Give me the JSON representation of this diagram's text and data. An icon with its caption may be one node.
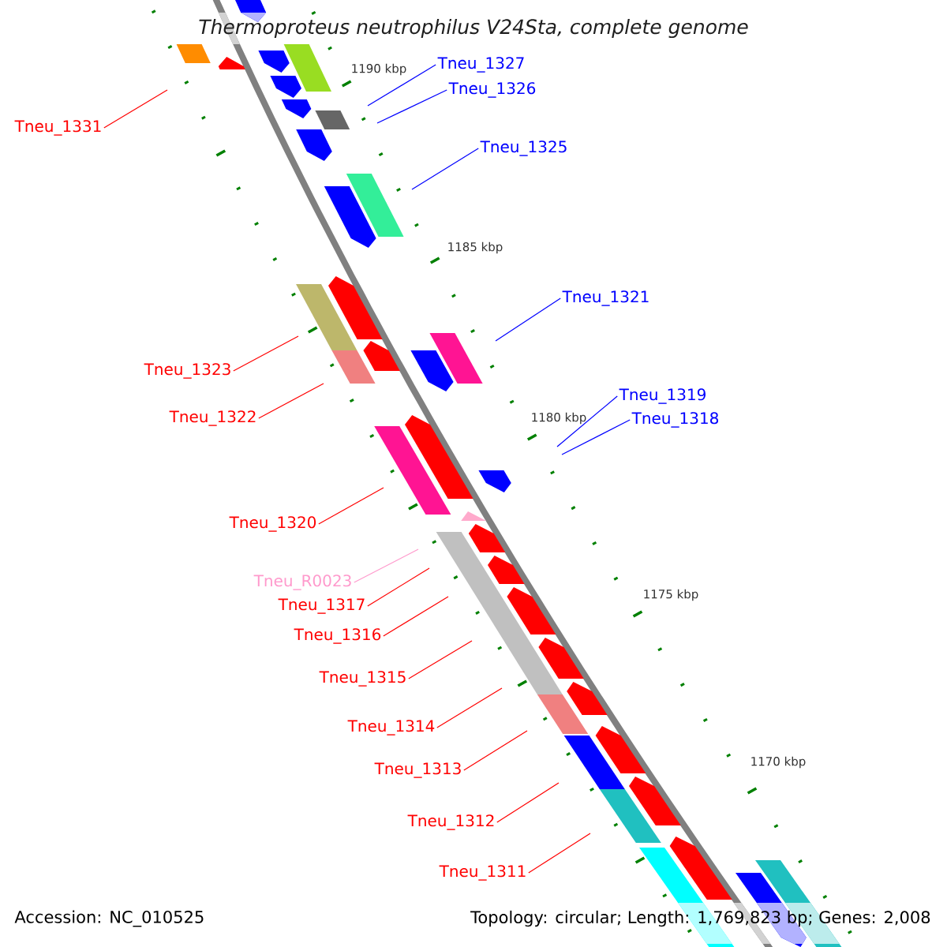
{
  "diagram": {
    "title": "Thermoproteus neutrophilus V24Sta, complete genome",
    "nodes": [
      {
        "text": [
          "Tneu_1331"
        ]
      },
      {
        "text": [
          "Tneu_1327"
        ]
      },
      {
        "text": [
          "Tneu_1326"
        ]
      },
      {
        "text": [
          "Tneu_1325"
        ]
      },
      {
        "text": [
          "Tneu_1321"
        ]
      },
      {
        "text": [
          "Tneu_1323"
        ]
      },
      {
        "text": [
          "Tneu_1322"
        ]
      },
      {
        "text": [
          "Tneu_1319"
        ]
      },
      {
        "text": [
          "Tneu_1318"
        ]
      },
      {
        "text": [
          "Tneu_1320"
        ]
      },
      {
        "text": [
          "Tneu_R0023"
        ]
      },
      {
        "text": [
          "Tneu_1317"
        ]
      },
      {
        "text": [
          "Tneu_1316"
        ]
      },
      {
        "text": [
          "Tneu_1315"
        ]
      },
      {
        "text": [
          "Tneu_1314"
        ]
      },
      {
        "text": [
          "Tneu_1313"
        ]
      },
      {
        "text": [
          "Tneu_1312"
        ]
      },
      {
        "text": [
          "Tneu_1311"
        ]
      }
    ],
    "edges": [
      {
        "from": 0,
        "to": null,
        "arrow": "none"
      },
      {
        "from": 1,
        "to": null,
        "arrow": "none",
        "color": "#0000ff"
      },
      {
        "from": 2,
        "to": null,
        "arrow": "none",
        "color": "#0000ff"
      },
      {
        "from": 3,
        "to": null,
        "arrow": "none",
        "color": "#0000ff"
      },
      {
        "from": 4,
        "to": null,
        "arrow": "none",
        "color": "#0000ff"
      },
      {
        "from": 5,
        "to": null,
        "arrow": "none"
      },
      {
        "from": 6,
        "to": null,
        "arrow": "none"
      },
      {
        "from": 7,
        "to": null,
        "arrow": "none",
        "color": "#0000ff"
      },
      {
        "from": 8,
        "to": null,
        "arrow": "none",
        "color": "#0000ff"
      },
      {
        "from": 9,
        "to": null,
        "arrow": "none"
      },
      {
        "from": 10,
        "to": null,
        "arrow": "none",
        "color": "#ff99cc"
      },
      {
        "from": 11,
        "to": null,
        "arrow": "none"
      },
      {
        "from": 12,
        "to": null,
        "arrow": "none"
      },
      {
        "from": 13,
        "to": null,
        "arrow": "none"
      },
      {
        "from": 14,
        "to": null,
        "arrow": "none"
      },
      {
        "from": 15,
        "to": null,
        "arrow": "none"
      },
      {
        "from": 16,
        "to": null,
        "arrow": "none"
      },
      {
        "from": 17,
        "to": null,
        "arrow": "none"
      }
    ],
    "labels": [
      "1190 kbp",
      "1185 kbp",
      "1180 kbp",
      "1175 kbp",
      "1170 kbp",
      "Accession: NC_010525",
      "Topology: circular; Length: 1,769,823 bp; Genes: 2,008"
    ]
  }
}
